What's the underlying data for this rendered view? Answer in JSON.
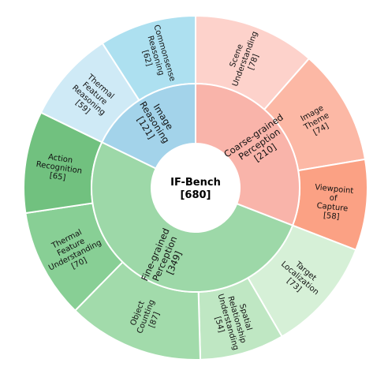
{
  "chart_data": {
    "type": "sunburst",
    "center": {
      "title": "IF-Bench",
      "total": "[680]"
    },
    "inner": [
      {
        "label": "Coarse-grained Perception",
        "lines": [
          "Coarse-grained",
          "Perception",
          "[210]"
        ],
        "value": 210,
        "color": "#f9b4aa"
      },
      {
        "label": "Fine-grained Perception",
        "lines": [
          "Fine-grained",
          "Perception",
          "[349]"
        ],
        "value": 349,
        "color": "#9dd8a8"
      },
      {
        "label": "Image Reasoning",
        "lines": [
          "Image",
          "Reasoning",
          "[121]"
        ],
        "value": 121,
        "color": "#a3d3ea"
      }
    ],
    "outer": [
      {
        "parent": 0,
        "label": "Scene Understanding",
        "lines": [
          "Scene",
          "Understanding",
          "[78]"
        ],
        "value": 78,
        "color": "#fdd2cb"
      },
      {
        "parent": 0,
        "label": "Image Theme",
        "lines": [
          "Image",
          "Theme",
          "[74]"
        ],
        "value": 74,
        "color": "#fcb8a5"
      },
      {
        "parent": 0,
        "label": "Viewpoint of Capture",
        "lines": [
          "Viewpoint",
          "of",
          "Capture",
          "[58]"
        ],
        "value": 58,
        "color": "#fba184"
      },
      {
        "parent": 1,
        "label": "Target Localization",
        "lines": [
          "Target",
          "Localization",
          "[73]"
        ],
        "value": 73,
        "color": "#d6f0d7"
      },
      {
        "parent": 1,
        "label": "Spatial Relationship Understanding",
        "lines": [
          "Spatial",
          "Relationship",
          "Understanding",
          "[54]"
        ],
        "value": 54,
        "color": "#bfe7c3"
      },
      {
        "parent": 1,
        "label": "Object Counting",
        "lines": [
          "Object",
          "Counting",
          "[87]"
        ],
        "value": 87,
        "color": "#a2dbab"
      },
      {
        "parent": 1,
        "label": "Thermal Feature Understanding",
        "lines": [
          "Thermal",
          "Feature",
          "Understanding",
          "[70]"
        ],
        "value": 70,
        "color": "#88cf95"
      },
      {
        "parent": 1,
        "label": "Action Recognition",
        "lines": [
          "Action",
          "Recognition",
          "[65]"
        ],
        "value": 65,
        "color": "#71c17f"
      },
      {
        "parent": 2,
        "label": "Thermal Feature Reasoning",
        "lines": [
          "Thermal",
          "Feature",
          "Reasoning",
          "[59]"
        ],
        "value": 59,
        "color": "#cfeaf6"
      },
      {
        "parent": 2,
        "label": "Commonsense Reasoning",
        "lines": [
          "Commonsense",
          "Reasoning",
          "[62]"
        ],
        "value": 62,
        "color": "#ade0f0"
      }
    ]
  }
}
